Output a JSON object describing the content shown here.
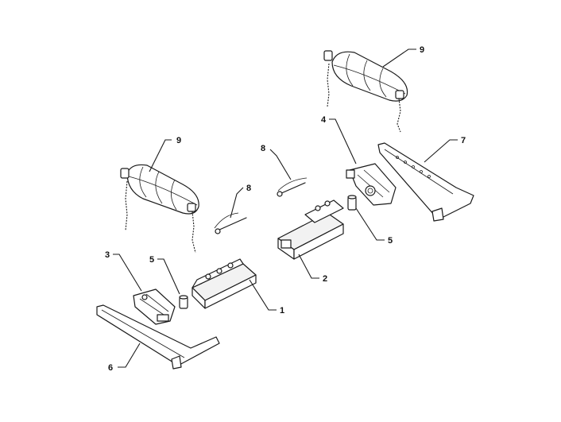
{
  "callouts": [
    {
      "id": "c1",
      "label": "1"
    },
    {
      "id": "c2",
      "label": "2"
    },
    {
      "id": "c3",
      "label": "3"
    },
    {
      "id": "c4",
      "label": "4"
    },
    {
      "id": "c5a",
      "label": "5"
    },
    {
      "id": "c5b",
      "label": "5"
    },
    {
      "id": "c6",
      "label": "6"
    },
    {
      "id": "c7",
      "label": "7"
    },
    {
      "id": "c8a",
      "label": "8"
    },
    {
      "id": "c8b",
      "label": "8"
    },
    {
      "id": "c9a",
      "label": "9"
    },
    {
      "id": "c9b",
      "label": "9"
    }
  ]
}
